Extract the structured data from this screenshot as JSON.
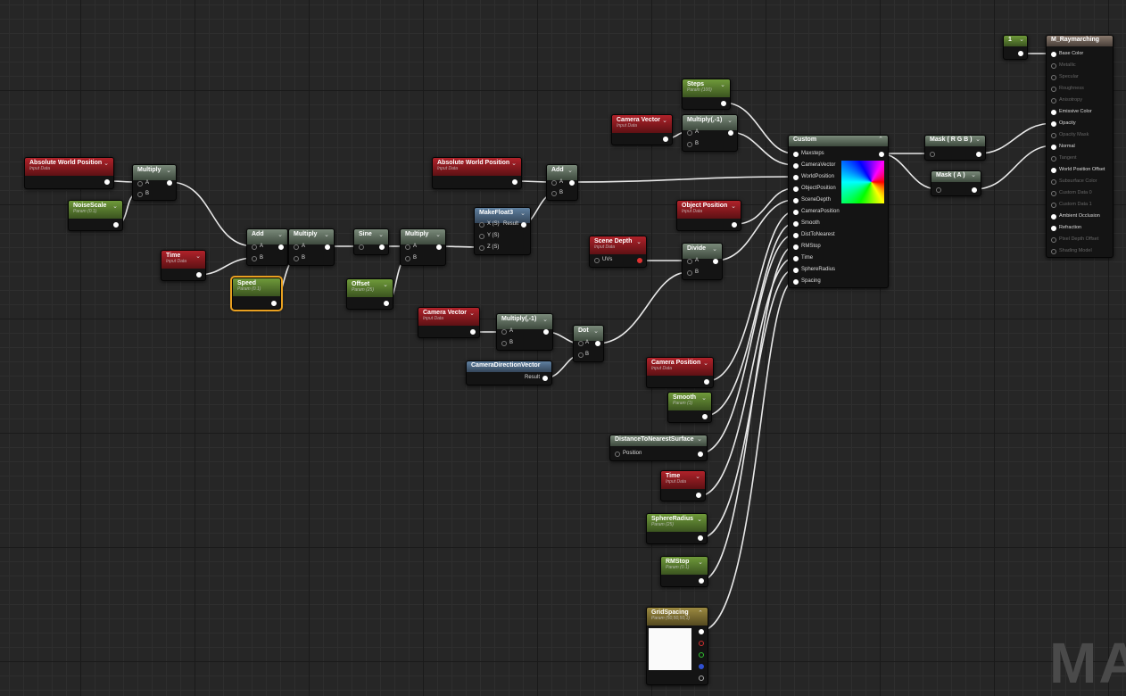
{
  "watermark": "MAT",
  "nodes": {
    "awp1": {
      "title": "Absolute World Position",
      "sub": "Input Data"
    },
    "mul1": {
      "title": "Multiply",
      "a": "A",
      "b": "B"
    },
    "noise": {
      "title": "NoiseScale",
      "sub": "Param (0.1)"
    },
    "time1": {
      "title": "Time",
      "sub": "Input Data"
    },
    "speed": {
      "title": "Speed",
      "sub": "Param (0.1)"
    },
    "add1": {
      "title": "Add",
      "a": "A",
      "b": "B"
    },
    "mul2": {
      "title": "Multiply",
      "a": "A",
      "b": "B"
    },
    "sine": {
      "title": "Sine"
    },
    "mul3": {
      "title": "Multiply",
      "a": "A",
      "b": "B"
    },
    "offset": {
      "title": "Offset",
      "sub": "Param (25)"
    },
    "mf3": {
      "title": "MakeFloat3",
      "x": "X (S)",
      "y": "Y (S)",
      "z": "Z (S)",
      "result": "Result"
    },
    "awp2": {
      "title": "Absolute World Position",
      "sub": "Input Data"
    },
    "add2": {
      "title": "Add",
      "a": "A",
      "b": "B"
    },
    "steps": {
      "title": "Steps",
      "sub": "Param (100)"
    },
    "camvec1": {
      "title": "Camera Vector",
      "sub": "Input Data"
    },
    "mulneg1": {
      "title": "Multiply(,-1)",
      "a": "A",
      "b": "B"
    },
    "objpos": {
      "title": "Object Position",
      "sub": "Input Data"
    },
    "scenedepth": {
      "title": "Scene Depth",
      "sub": "Input Data",
      "uvs": "UVs"
    },
    "divide": {
      "title": "Divide",
      "a": "A",
      "b": "B"
    },
    "camvec2": {
      "title": "Camera Vector",
      "sub": "Input Data"
    },
    "mulneg2": {
      "title": "Multiply(,-1)",
      "a": "A",
      "b": "B"
    },
    "dot": {
      "title": "Dot",
      "a": "A",
      "b": "B"
    },
    "camdir": {
      "title": "CameraDirectionVector",
      "result": "Result"
    },
    "custom": {
      "title": "Custom",
      "inputs": [
        "Maxsteps",
        "CameraVector",
        "WorldPosition",
        "ObjectPosition",
        "SceneDepth",
        "CameraPosition",
        "Smooth",
        "DistToNearest",
        "RMStop",
        "Time",
        "SphereRadius",
        "Spacing"
      ]
    },
    "campos": {
      "title": "Camera Position",
      "sub": "Input Data"
    },
    "smooth": {
      "title": "Smooth",
      "sub": "Param (1)"
    },
    "dist": {
      "title": "DistanceToNearestSurface",
      "position": "Position"
    },
    "time2": {
      "title": "Time",
      "sub": "Input Data"
    },
    "sphere": {
      "title": "SphereRadius",
      "sub": "Param (25)"
    },
    "rmstop": {
      "title": "RMStop",
      "sub": "Param (0.1)"
    },
    "grid": {
      "title": "GridSpacing",
      "sub": "Param (50,50,50,1)"
    },
    "maskrgb": {
      "title": "Mask ( R G B )"
    },
    "maska": {
      "title": "Mask ( A )"
    },
    "one": {
      "title": "1"
    },
    "mat": {
      "title": "M_Raymarching",
      "inputs": [
        "Base Color",
        "Metallic",
        "Specular",
        "Roughness",
        "Anisotropy",
        "Emissive Color",
        "Opacity",
        "Opacity Mask",
        "Normal",
        "Tangent",
        "World Position Offset",
        "Subsurface Color",
        "Custom Data 0",
        "Custom Data 1",
        "Ambient Occlusion",
        "Refraction",
        "Pixel Depth Offset",
        "Shading Model"
      ],
      "active": [
        true,
        false,
        false,
        false,
        false,
        true,
        true,
        false,
        true,
        false,
        true,
        false,
        false,
        false,
        true,
        true,
        false,
        false
      ]
    }
  }
}
